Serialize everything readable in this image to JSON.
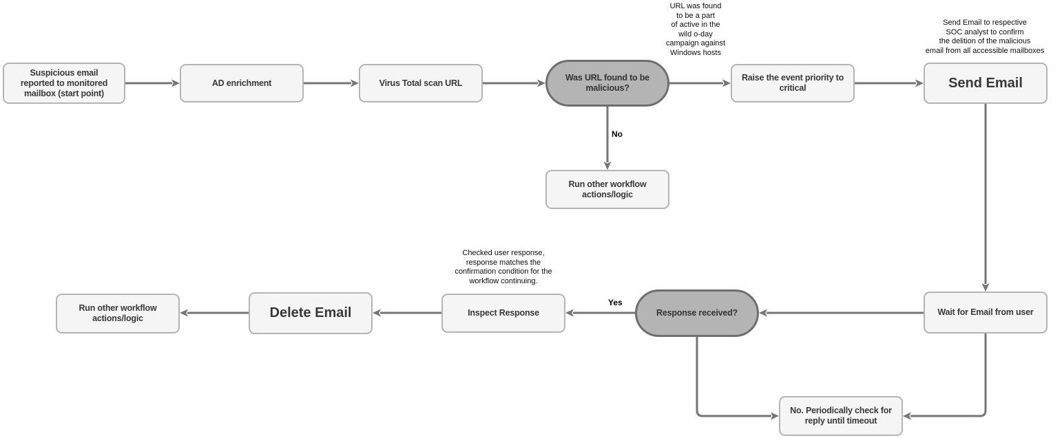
{
  "diagram": {
    "type": "flowchart",
    "nodes": [
      {
        "id": "start",
        "shape": "process",
        "label": "Suspicious email\nreported to monitored\nmailbox (start point)"
      },
      {
        "id": "ad-enrichment",
        "shape": "process",
        "label": "AD enrichment"
      },
      {
        "id": "virus-total-scan",
        "shape": "process",
        "label": "Virus Total scan URL"
      },
      {
        "id": "was-url-malicious",
        "shape": "decision",
        "label": "Was URL found to be\nmalicious?"
      },
      {
        "id": "raise-priority",
        "shape": "process",
        "label": "Raise the event priority to\ncritical"
      },
      {
        "id": "send-email",
        "shape": "process",
        "label": "Send Email"
      },
      {
        "id": "run-other-workflow-top",
        "shape": "process",
        "label": "Run other workflow\nactions/logic"
      },
      {
        "id": "run-other-workflow-bottom",
        "shape": "process",
        "label": "Run other workflow\nactions/logic"
      },
      {
        "id": "delete-email",
        "shape": "process",
        "label": "Delete Email"
      },
      {
        "id": "inspect-response",
        "shape": "process",
        "label": "Inspect Response"
      },
      {
        "id": "response-received",
        "shape": "decision",
        "label": "Response received?"
      },
      {
        "id": "wait-for-email",
        "shape": "process",
        "label": "Wait for Email from user"
      },
      {
        "id": "periodic-check",
        "shape": "process",
        "label": "No. Periodically check for\nreply until timeout"
      }
    ],
    "edges": [
      {
        "from": "start",
        "to": "ad-enrichment",
        "label": ""
      },
      {
        "from": "ad-enrichment",
        "to": "virus-total-scan",
        "label": ""
      },
      {
        "from": "virus-total-scan",
        "to": "was-url-malicious",
        "label": ""
      },
      {
        "from": "was-url-malicious",
        "to": "raise-priority",
        "label": ""
      },
      {
        "from": "raise-priority",
        "to": "send-email",
        "label": ""
      },
      {
        "from": "was-url-malicious",
        "to": "run-other-workflow-top",
        "label": "No"
      },
      {
        "from": "send-email",
        "to": "wait-for-email",
        "label": ""
      },
      {
        "from": "wait-for-email",
        "to": "response-received",
        "label": ""
      },
      {
        "from": "response-received",
        "to": "inspect-response",
        "label": "Yes"
      },
      {
        "from": "inspect-response",
        "to": "delete-email",
        "label": ""
      },
      {
        "from": "delete-email",
        "to": "run-other-workflow-bottom",
        "label": ""
      },
      {
        "from": "response-received",
        "to": "periodic-check",
        "label": ""
      },
      {
        "from": "wait-for-email",
        "to": "periodic-check",
        "label": ""
      }
    ],
    "annotations": [
      {
        "id": "url-campaign-note",
        "text": "URL was found\nto be a part\nof active in the\nwild o-day\ncampaign against\nWindows hosts"
      },
      {
        "id": "send-email-note",
        "text": "Send Email to respective\nSOC analyst to confirm\nthe delition of the malicious\nemail from all accessible mailboxes"
      },
      {
        "id": "inspect-response-note",
        "text": "Checked user response,\nresponse matches the\nconfirmation condition for the\nworkflow continuing."
      }
    ],
    "colors": {
      "canvas_background": "#ffffff",
      "process_fill": "#f5f5f5",
      "process_border": "#b4b4b4",
      "decision_fill": "#b4b4b4",
      "decision_border": "#6e6e6e",
      "arrow": "#757575",
      "node_text": "#383838",
      "annotation_text": "#0c0c0c"
    }
  }
}
